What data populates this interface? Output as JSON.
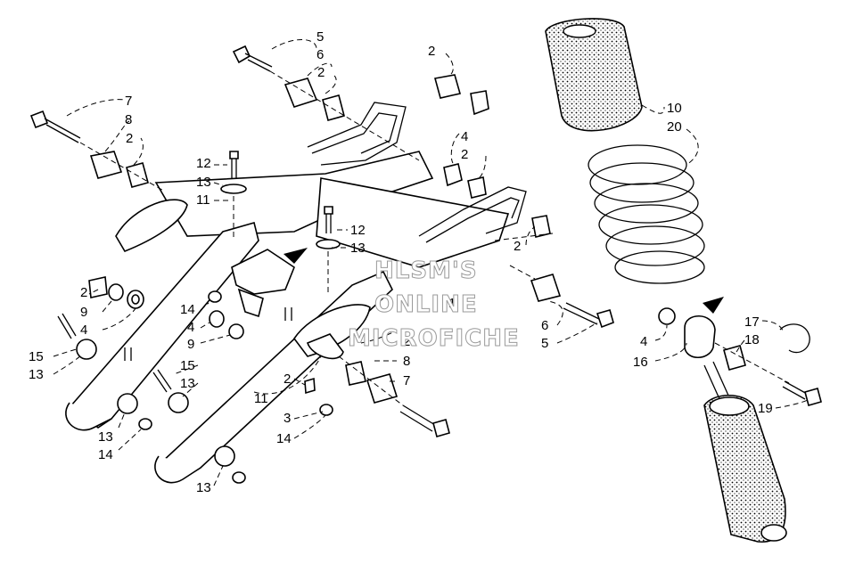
{
  "watermark": {
    "line1": "HLSM'S",
    "line2": "ONLINE",
    "line3": "MICROFICHE"
  },
  "callouts": {
    "c_5a": "5",
    "c_6a": "6",
    "c_2a": "2",
    "c_2b": "2",
    "c_7a": "7",
    "c_8a": "8",
    "c_2c": "2",
    "c_12a": "12",
    "c_13a": "13",
    "c_11a": "11",
    "c_12b": "12",
    "c_13b": "13",
    "c_4a": "4",
    "c_2d": "2",
    "c_2e": "2",
    "c_9a": "9",
    "c_4b": "4",
    "c_14a": "14",
    "c_4c": "4",
    "c_9b": "9",
    "c_1": "1",
    "c_15a": "15",
    "c_13c": "13",
    "c_15b": "15",
    "c_13d": "13",
    "c_2f": "2",
    "c_8b": "8",
    "c_7b": "7",
    "c_2g": "2",
    "c_3": "3",
    "c_14b": "14",
    "c_11b": "11",
    "c_13e": "13",
    "c_14c": "14",
    "c_13f": "13",
    "c_2h": "2",
    "c_6b": "6",
    "c_5b": "5",
    "c_10": "10",
    "c_20": "20",
    "c_17": "17",
    "c_18": "18",
    "c_4d": "4",
    "c_16": "16",
    "c_19": "19"
  }
}
